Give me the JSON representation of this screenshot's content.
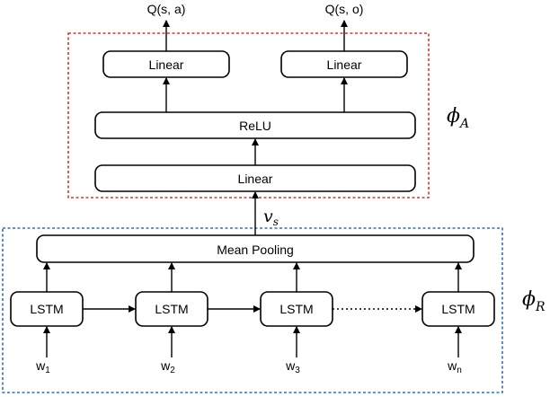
{
  "colors": {
    "action_module_border": "#e0332a",
    "representation_module_border": "#2a72c0"
  },
  "outputs": {
    "q_action": "Q(s, a)",
    "q_object": "Q(s, o)"
  },
  "action_module": {
    "label": "ϕ",
    "label_sub": "A",
    "linear_action": "Linear",
    "linear_object": "Linear",
    "relu": "ReLU",
    "linear_shared": "Linear"
  },
  "state_vector": {
    "label": "v",
    "label_sub": "s"
  },
  "representation_module": {
    "label": "ϕ",
    "label_sub": "R",
    "pooling": "Mean Pooling",
    "lstm": [
      "LSTM",
      "LSTM",
      "LSTM",
      "LSTM"
    ],
    "inputs": [
      {
        "w": "w",
        "sub": "1"
      },
      {
        "w": "w",
        "sub": "2"
      },
      {
        "w": "w",
        "sub": "3"
      },
      {
        "w": "w",
        "sub": "n"
      }
    ]
  }
}
